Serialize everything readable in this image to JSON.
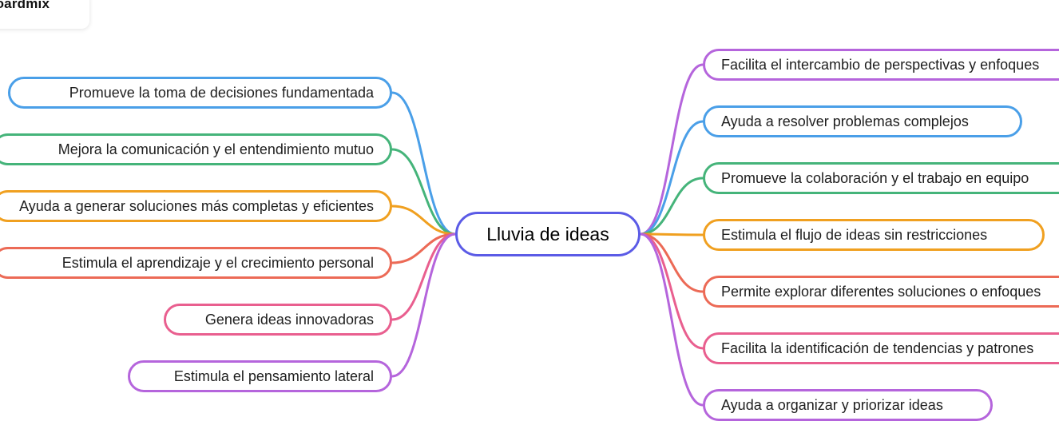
{
  "brand": {
    "logo_text": "boardmix"
  },
  "center": {
    "label": "Lluvia de ideas",
    "color": "#5b5be6"
  },
  "left_branches": [
    {
      "label": "Promueve la toma de decisiones fundamentada",
      "color": "#4a9fe8"
    },
    {
      "label": "Mejora la comunicación y el entendimiento mutuo",
      "color": "#45b47a"
    },
    {
      "label": "Ayuda a generar soluciones más completas y eficientes",
      "color": "#f0a020"
    },
    {
      "label": "Estimula el aprendizaje y el crecimiento personal",
      "color": "#ec6a56"
    },
    {
      "label": "Genera ideas innovadoras",
      "color": "#e95f8f"
    },
    {
      "label": "Estimula el pensamiento lateral",
      "color": "#b565dc"
    }
  ],
  "right_branches": [
    {
      "label": "Facilita el intercambio de perspectivas y enfoques",
      "color": "#b565dc"
    },
    {
      "label": "Ayuda a resolver problemas complejos",
      "color": "#4a9fe8"
    },
    {
      "label": "Promueve la colaboración y el trabajo en equipo",
      "color": "#45b47a"
    },
    {
      "label": "Estimula el flujo de ideas sin restricciones",
      "color": "#f0a020"
    },
    {
      "label": "Permite explorar diferentes soluciones o enfoques",
      "color": "#ec6a56"
    },
    {
      "label": "Facilita la identificación de tendencias y patrones",
      "color": "#e95f8f"
    },
    {
      "label": "Ayuda a organizar y priorizar ideas",
      "color": "#b565dc"
    }
  ]
}
